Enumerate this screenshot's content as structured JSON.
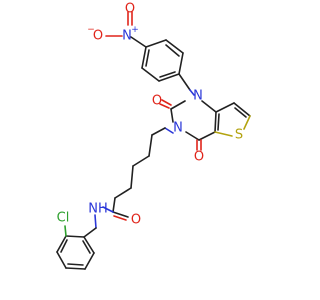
{
  "molecule": {
    "atom_labels": {
      "nitro_n": "N",
      "nitro_n_charge": "+",
      "nitro_o_left": "O",
      "nitro_o_left_charge": "−",
      "nitro_o_top": "O",
      "n1": "N",
      "n3": "N",
      "c2_oxygen": "O",
      "c4_oxygen": "O",
      "sulfur": "S",
      "amide_nh": "NH",
      "amide_oxygen": "O",
      "chlorine": "Cl"
    },
    "colors": {
      "bond": "#222222",
      "nitrogen": "#2a36d8",
      "oxygen": "#e0241a",
      "sulfur": "#b3a30f",
      "chlorine": "#2ea02e"
    }
  }
}
